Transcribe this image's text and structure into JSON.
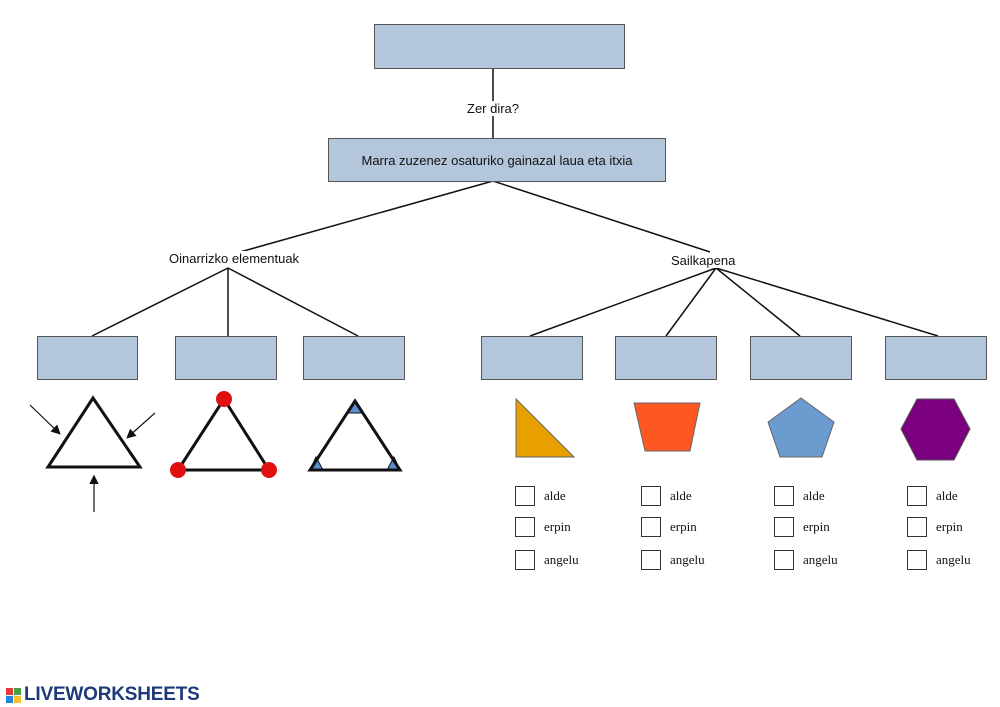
{
  "top_box": {
    "value": ""
  },
  "question_label": "Zer dira?",
  "definition_box": "Marra zuzenez osaturiko gainazal laua eta itxia",
  "branches": {
    "elements_label": "Oinarrizko elementuak",
    "classification_label": "Sailkapena"
  },
  "element_boxes": [
    {
      "value": ""
    },
    {
      "value": ""
    },
    {
      "value": ""
    }
  ],
  "classification_boxes": [
    {
      "value": ""
    },
    {
      "value": ""
    },
    {
      "value": ""
    },
    {
      "value": ""
    }
  ],
  "shapes": [
    {
      "name": "right-triangle",
      "color": "#e8a000"
    },
    {
      "name": "trapezoid",
      "color": "#ff5722"
    },
    {
      "name": "pentagon",
      "color": "#6c9bcf"
    },
    {
      "name": "hexagon",
      "color": "#7b0080"
    }
  ],
  "element_illustrations": {
    "vertex_dot_color": "#e01010",
    "angle_mark_color": "#5b8fd0"
  },
  "checkbox_labels": [
    "alde",
    "erpin",
    "angelu"
  ],
  "footer": {
    "logo_text": "LIVEWORKSHEETS"
  }
}
